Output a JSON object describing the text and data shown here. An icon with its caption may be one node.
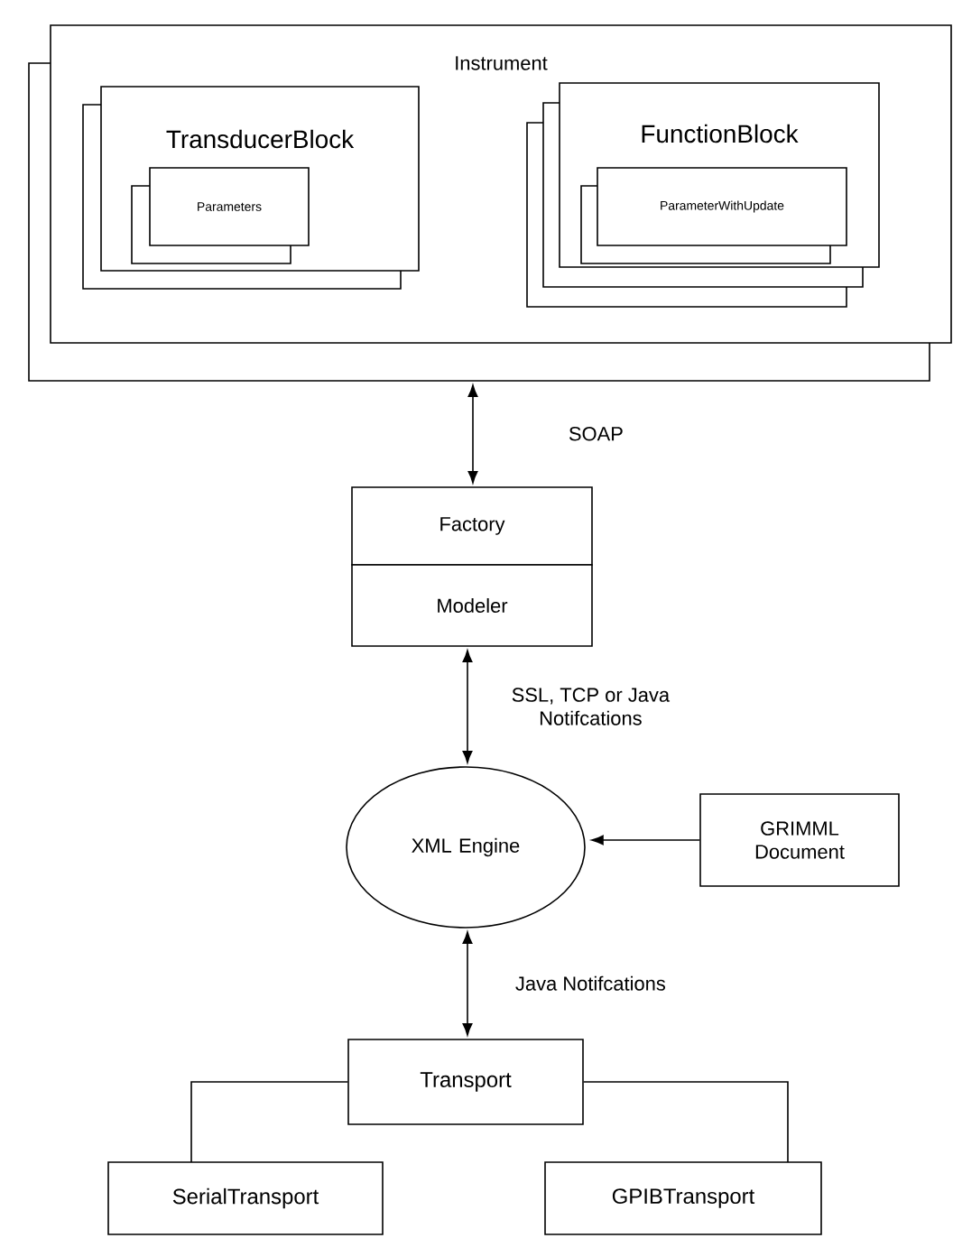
{
  "diagram": {
    "nodes": [
      {
        "text": [
          "Instrument"
        ]
      },
      {
        "text": [
          "TransducerBlock"
        ],
        "in": 0
      },
      {
        "text": [
          "Parameters"
        ],
        "in": 1
      },
      {
        "text": [
          "FunctionBlock"
        ],
        "in": 0
      },
      {
        "text": [
          "ParameterWithUpdate"
        ],
        "in": 3
      },
      {
        "text": [
          "Factory"
        ]
      },
      {
        "text": [
          "Modeler"
        ]
      },
      {
        "text": [
          "XML Engine"
        ]
      },
      {
        "text": [
          "GRIMML Document"
        ]
      },
      {
        "text": [
          "Transport"
        ]
      },
      {
        "text": [
          "SerialTransport"
        ]
      },
      {
        "text": [
          "GPIBTransport"
        ]
      }
    ],
    "edges": [
      {
        "from": 0,
        "to": 5,
        "arrow": "both",
        "label": "SOAP"
      },
      {
        "from": 6,
        "to": 7,
        "arrow": "both",
        "label": "SSL, TCP or Java Notifcations"
      },
      {
        "from": 8,
        "to": 7,
        "arrow": "to"
      },
      {
        "from": 7,
        "to": 9,
        "arrow": "both",
        "label": "Java Notifcations"
      },
      {
        "from": 9,
        "to": 10,
        "arrow": "none"
      },
      {
        "from": 9,
        "to": 11,
        "arrow": "none"
      }
    ]
  }
}
